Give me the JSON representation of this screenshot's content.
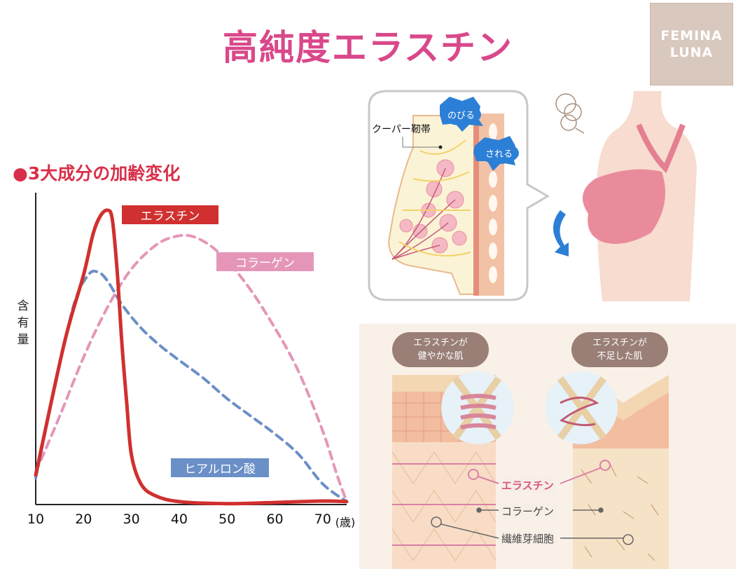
{
  "title": "高純度エラスチン",
  "brand": {
    "line1": "FEMINA",
    "line2": "LUNA"
  },
  "section_heading": "●3大成分の加齢変化",
  "chart_data": {
    "type": "line",
    "title": "●3大成分の加齢変化",
    "xlabel": "(歳)",
    "ylabel": "含有量",
    "x_ticks": [
      10,
      20,
      30,
      40,
      50,
      60,
      70
    ],
    "xlim": [
      10,
      75
    ],
    "ylim": [
      0,
      100
    ],
    "grid": false,
    "series": [
      {
        "name": "エラスチン",
        "color": "#d0302f",
        "dash": false,
        "points": [
          [
            10,
            10
          ],
          [
            16,
            55
          ],
          [
            20,
            78
          ],
          [
            22,
            92
          ],
          [
            23.5,
            98
          ],
          [
            25,
            100
          ],
          [
            26,
            97
          ],
          [
            27,
            80
          ],
          [
            28,
            55
          ],
          [
            29,
            35
          ],
          [
            30,
            17
          ],
          [
            32,
            7
          ],
          [
            35,
            3
          ],
          [
            40,
            1
          ],
          [
            50,
            0.3
          ],
          [
            60,
            0.7
          ],
          [
            70,
            1.2
          ],
          [
            75,
            1
          ]
        ]
      },
      {
        "name": "コラーゲン",
        "color": "#e596b8",
        "dash": true,
        "points": [
          [
            10,
            11
          ],
          [
            15,
            30
          ],
          [
            20,
            50
          ],
          [
            25,
            67
          ],
          [
            30,
            80
          ],
          [
            35,
            88
          ],
          [
            39,
            91
          ],
          [
            43,
            91
          ],
          [
            48,
            86
          ],
          [
            54,
            75
          ],
          [
            60,
            60
          ],
          [
            65,
            45
          ],
          [
            70,
            25
          ],
          [
            73,
            10
          ],
          [
            75,
            1
          ]
        ]
      },
      {
        "name": "ヒアルロン酸",
        "color": "#6b8fc7",
        "dash": true,
        "points": [
          [
            10,
            9
          ],
          [
            14,
            40
          ],
          [
            18,
            68
          ],
          [
            21,
            78
          ],
          [
            23,
            79
          ],
          [
            25,
            76
          ],
          [
            28,
            68
          ],
          [
            32,
            60
          ],
          [
            36,
            54
          ],
          [
            40,
            49
          ],
          [
            45,
            43
          ],
          [
            50,
            36
          ],
          [
            55,
            30
          ],
          [
            60,
            24
          ],
          [
            65,
            17
          ],
          [
            70,
            7
          ],
          [
            75,
            1
          ]
        ]
      }
    ],
    "series_labels": [
      {
        "text": "エラスチン",
        "color": "#d0302f"
      },
      {
        "text": "コラーゲン",
        "color": "#e596b8"
      },
      {
        "text": "ヒアルロン酸",
        "color": "#6b8fc7"
      }
    ]
  },
  "breast_illustration": {
    "ligament_label": "クーパー靭帯",
    "callout_stretch": "のびる",
    "callout_sever": "される"
  },
  "skin_illustration": {
    "healthy_bubble": {
      "line1": "エラスチンが",
      "line2": "健やかな肌"
    },
    "lacking_bubble": {
      "line1": "エラスチンが",
      "line2": "不足した肌"
    },
    "legend": {
      "elastin": "エラスチン",
      "collagen": "コラーゲン",
      "fibroblast": "繊維芽細胞"
    }
  },
  "colors": {
    "title": "#d9488a",
    "heading": "#d8304a",
    "elastin": "#d0302f",
    "collagen": "#e596b8",
    "hyaluronic": "#6b8fc7",
    "brand_bg": "#d9c8bd",
    "callout": "#2c7fd6"
  }
}
